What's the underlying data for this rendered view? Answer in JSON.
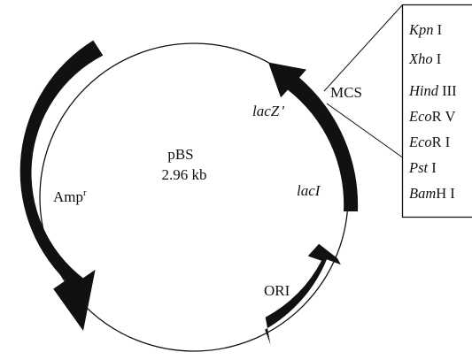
{
  "plasmid": {
    "name": "pBS",
    "size": "2.96 kb"
  },
  "features": {
    "amp": {
      "main": "Amp",
      "sup": "r"
    },
    "ori": "ORI",
    "lacZ": {
      "main": "lacZ",
      "prime": "'"
    },
    "lacI": "lacI"
  },
  "mcs": {
    "label": "MCS",
    "sites": [
      {
        "italic": "Kpn",
        "roman": " I"
      },
      {
        "italic": "Xho",
        "roman": " I"
      },
      {
        "italic": "Hind",
        "roman": " III"
      },
      {
        "italic": "Eco",
        "roman": "R V"
      },
      {
        "italic": "Eco",
        "roman": "R I"
      },
      {
        "italic": "Pst",
        "roman": " I"
      },
      {
        "italic": "Bam",
        "roman": "H I"
      }
    ]
  },
  "colors": {
    "ink": "#111111",
    "background": "#ffffff"
  }
}
